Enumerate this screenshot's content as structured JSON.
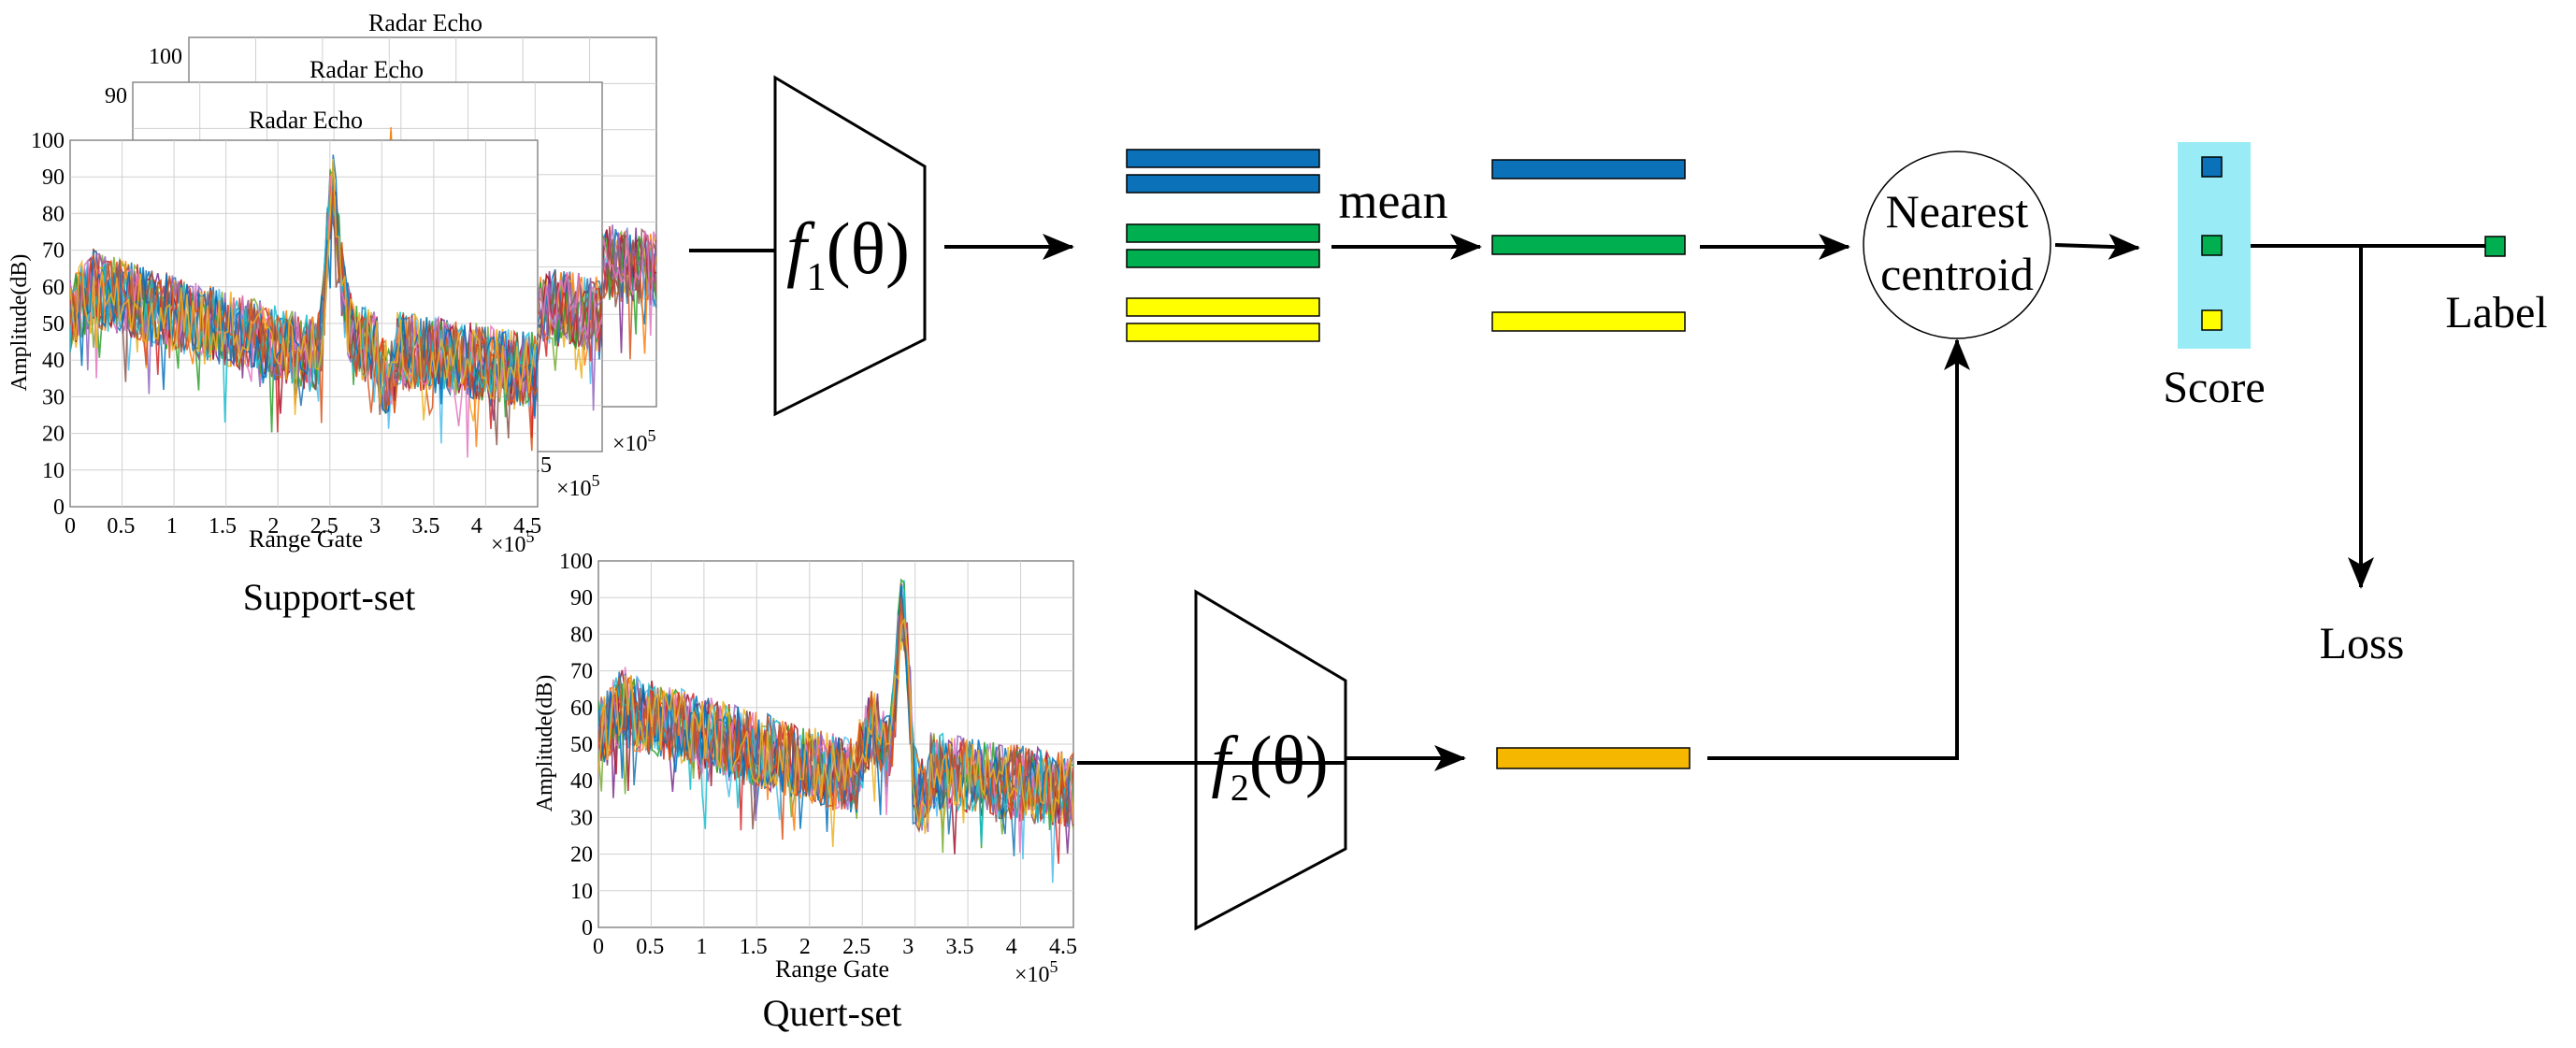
{
  "plots": {
    "back1_title": "Radar Echo",
    "back2_title": "Radar Echo",
    "support_title": "Radar Echo",
    "support_ylabel": "Amplitude(dB)",
    "support_xlabel": "Range Gate",
    "support_xscale": "×10",
    "support_xscale_exp": "5",
    "back_xscale": "×10",
    "back_xscale_exp": "5",
    "back_tick": "4.5",
    "query_ylabel": "Amplitude(dB)",
    "query_xlabel": "Range Gate",
    "query_xscale": "×10",
    "query_xscale_exp": "5",
    "yticks": [
      "0",
      "10",
      "20",
      "30",
      "40",
      "50",
      "60",
      "70",
      "80",
      "90",
      "100"
    ],
    "xticks": [
      "0",
      "0.5",
      "1",
      "1.5",
      "2",
      "2.5",
      "3",
      "3.5",
      "4",
      "4.5"
    ],
    "back_ytick_a": "100",
    "back_ytick_b": "90"
  },
  "labels": {
    "support_set": "Support-set",
    "query_set": "Quert-set",
    "mean": "mean",
    "nearest_line1": "Nearest",
    "nearest_line2": "centroid",
    "score": "Score",
    "label": "Label",
    "loss": "Loss"
  },
  "encoders": {
    "f1_fn": "f",
    "f1_sub": "1",
    "f1_arg": "(θ)",
    "f2_fn": "f",
    "f2_sub": "2",
    "f2_arg": "(θ)"
  },
  "colors": {
    "blue": "#0b72b9",
    "green": "#00b050",
    "yellow": "#ffff00",
    "orange": "#f5b700",
    "cyan_highlight": "#99ecf5",
    "label_green": "#00b050"
  }
}
